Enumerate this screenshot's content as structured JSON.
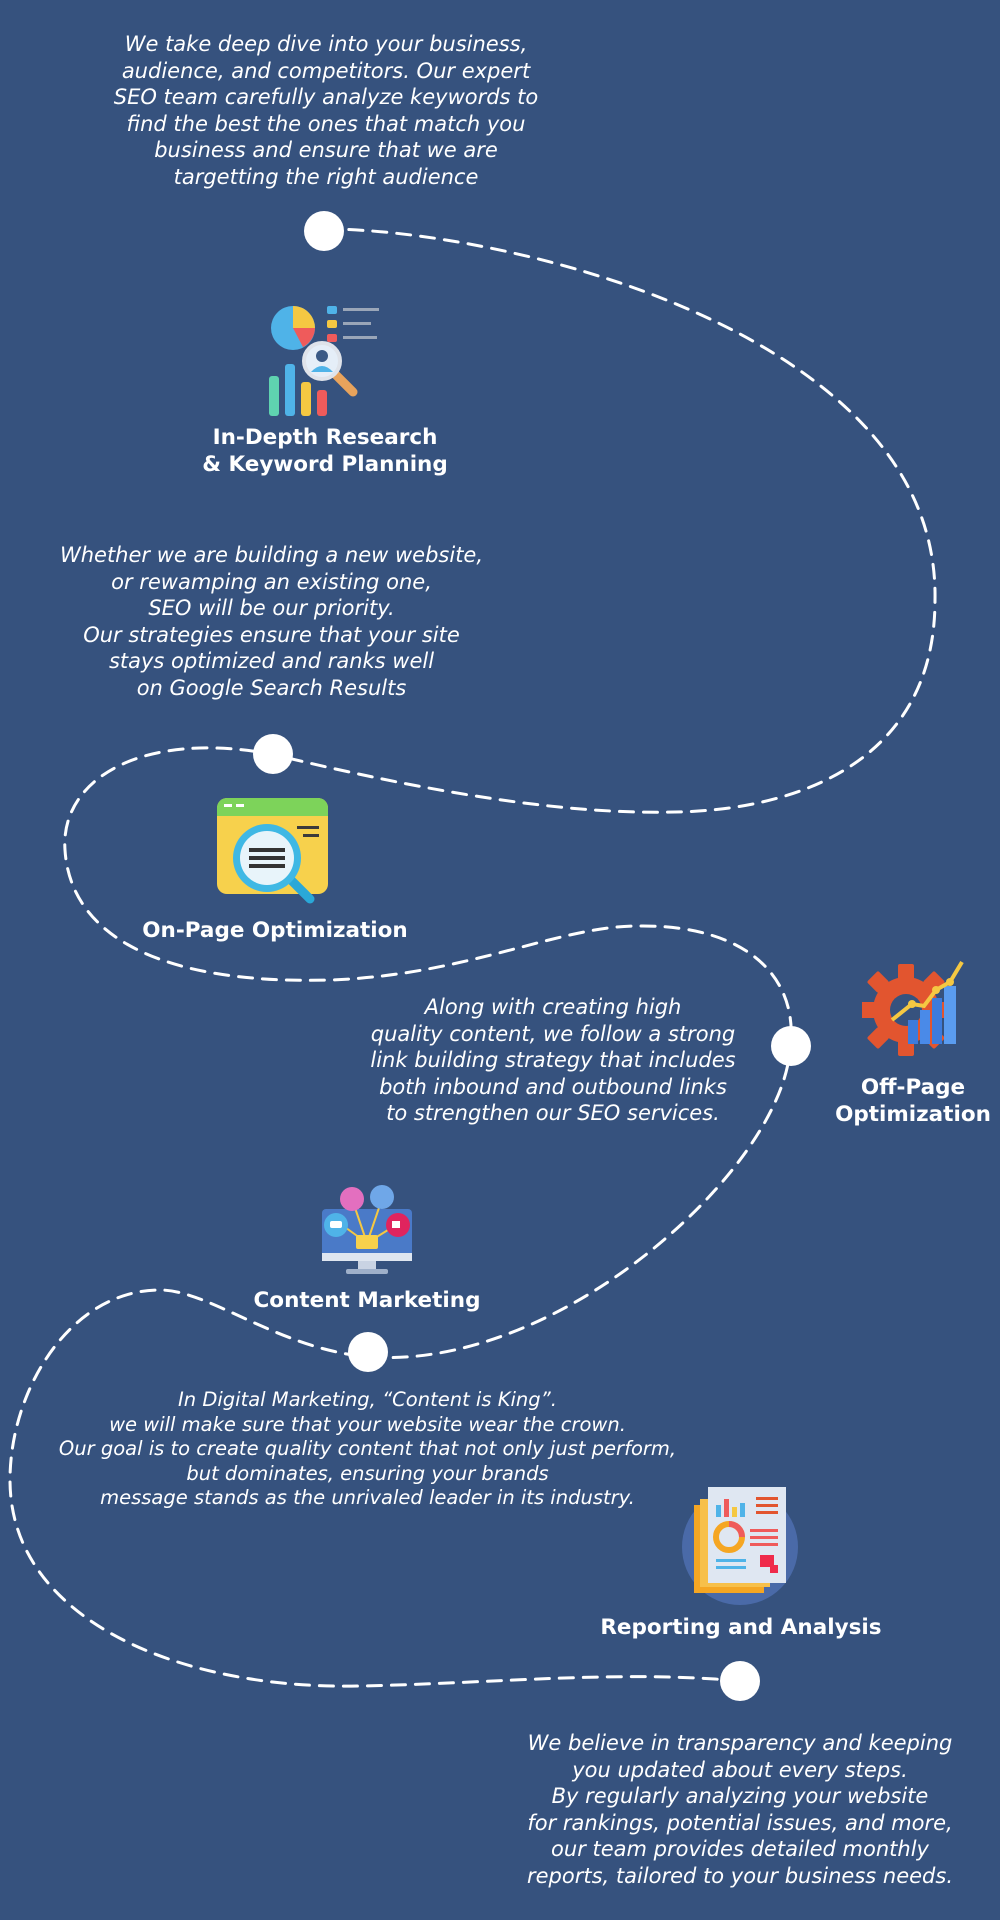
{
  "steps": [
    {
      "title_lines": [
        "In-Depth Research",
        "& Keyword Planning"
      ],
      "icon": "research-analytics-icon",
      "desc_lines": [
        "We take deep dive into your business,",
        "audience, and competitors. Our expert",
        "SEO team carefully analyze keywords to",
        "find the best the ones that match you",
        "business and ensure that we are",
        "targetting the right audience"
      ]
    },
    {
      "title_lines": [
        "On-Page Optimization"
      ],
      "icon": "browser-magnifier-icon",
      "desc_lines": [
        "Whether we are building a new website,",
        "or rewamping an existing one,",
        "SEO will be our priority.",
        "Our strategies ensure that your site",
        "stays optimized and ranks well",
        "on Google Search Results"
      ]
    },
    {
      "title_lines": [
        "Off-Page",
        "Optimization"
      ],
      "icon": "gear-growth-chart-icon",
      "desc_lines": [
        "Along with creating high",
        "quality content, we follow a strong",
        "link building strategy that includes",
        "both inbound and outbound links",
        "to strengthen our SEO services."
      ]
    },
    {
      "title_lines": [
        "Content Marketing"
      ],
      "icon": "monitor-social-icon",
      "desc_lines": [
        "In Digital Marketing, “Content is King”.",
        "we will make sure that your website wear the crown.",
        "Our goal is to create quality content that not only just perform,",
        "but dominates, ensuring your brands",
        "message stands as the unrivaled leader in its industry."
      ]
    },
    {
      "title_lines": [
        "Reporting and Analysis"
      ],
      "icon": "report-document-icon",
      "desc_lines": [
        "We believe in transparency and keeping",
        "you updated about every steps.",
        "By regularly analyzing your website",
        "for rankings, potential issues, and more,",
        "our team provides detailed monthly",
        "reports, tailored to your business needs."
      ]
    }
  ],
  "colors": {
    "background": "#36527e",
    "text": "#ffffff",
    "path": "#ffffff"
  }
}
